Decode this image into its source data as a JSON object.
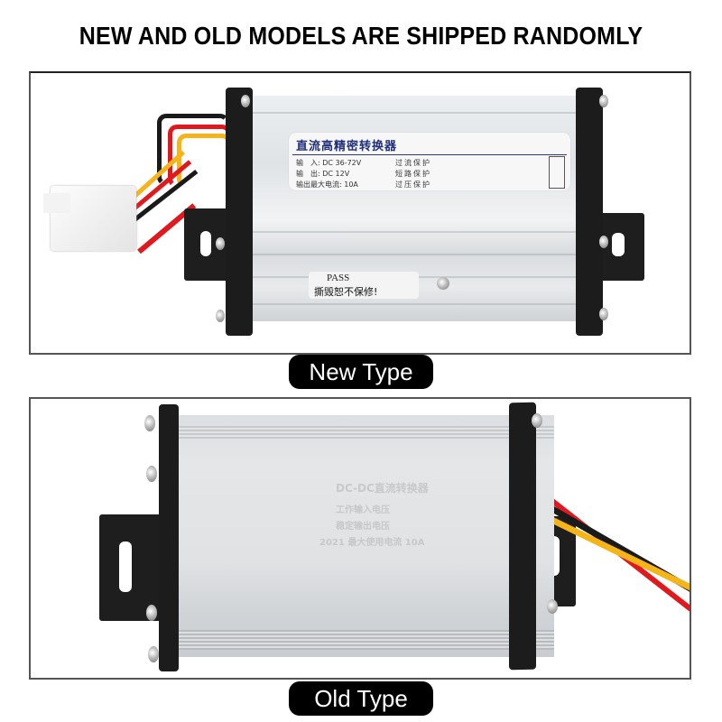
{
  "headline": "NEW AND OLD MODELS ARE SHIPPED RANDOMLY",
  "new_type": {
    "caption": "New Type",
    "label": {
      "title": "直流高精密转换器",
      "rows": [
        {
          "spec": "输　入: DC 36-72V",
          "protection": "过流保护"
        },
        {
          "spec": "输　出: DC 12V",
          "protection": "短路保护"
        },
        {
          "spec": "输出最大电流: 10A",
          "protection": "过压保护"
        }
      ]
    },
    "sticker": {
      "line1": "PASS",
      "line2": "撕毁恕不保修!"
    },
    "colors": {
      "case": "#e4e7ea",
      "endcap": "#1c1c1c",
      "label_title": "#1f2f7a"
    }
  },
  "old_type": {
    "caption": "Old Type",
    "engraving": {
      "title": "DC-DC直流转换器",
      "rows": [
        "工作输入电压",
        "稳定输出电压",
        "2021 最大使用电流 10A"
      ]
    },
    "wire_colors": [
      "#e0191f",
      "#1a1a1a",
      "#f4b41a"
    ]
  }
}
